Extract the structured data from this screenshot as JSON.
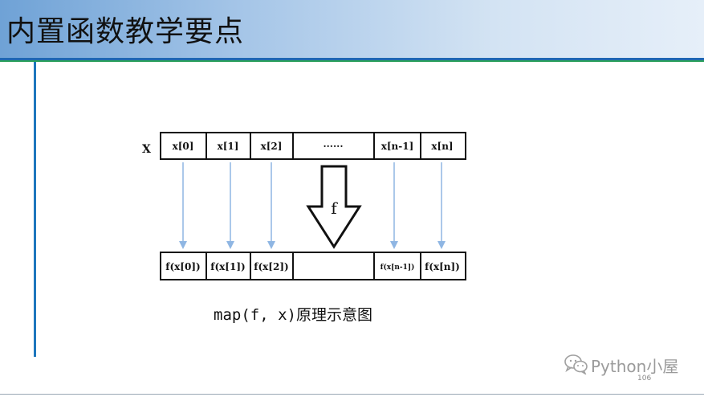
{
  "slide": {
    "title": "内置函数教学要点",
    "page_number": "106",
    "brand": "Python小屋"
  },
  "diagram": {
    "input_label": "X",
    "input_cells": [
      "x[0]",
      "x[1]",
      "x[2]",
      "······",
      "x[n-1]",
      "x[n]"
    ],
    "function_label": "f",
    "output_cells": [
      "f(x[0])",
      "f(x[1])",
      "f(x[2])",
      "",
      "f(x[n-1])",
      "f(x[n])"
    ],
    "caption": "map(f, x)原理示意图"
  },
  "colors": {
    "accent_blue": "#1f67b3",
    "accent_green": "#2aa05a",
    "arrow_blue": "#8fb6e3"
  },
  "icons": {
    "brand_icon": "wechat-icon"
  }
}
